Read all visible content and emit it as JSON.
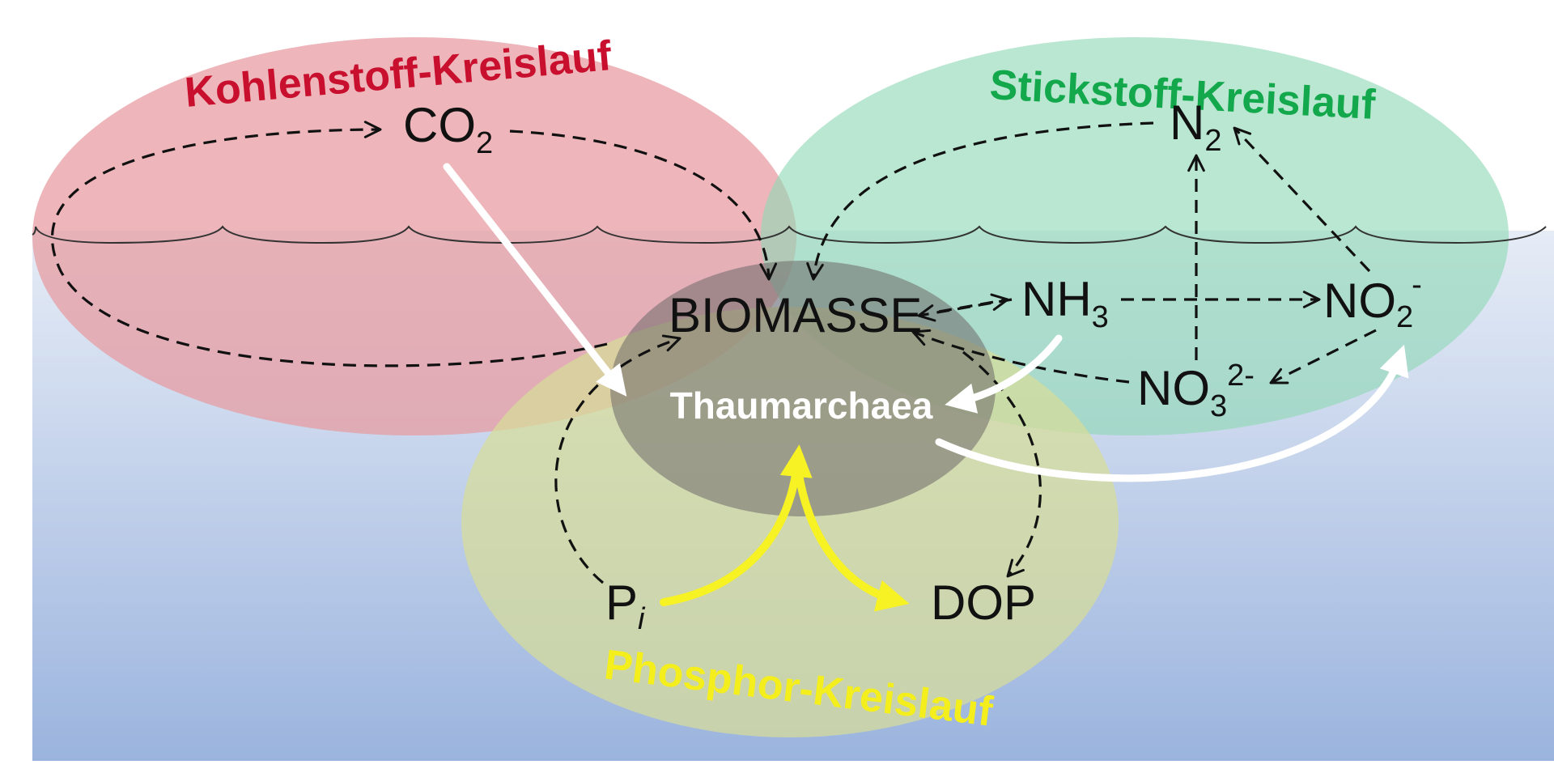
{
  "cycles": {
    "carbon": {
      "title": "Kohlenstoff-Kreislauf",
      "color": "#c8102e"
    },
    "nitrogen": {
      "title": "Stickstoff-Kreislauf",
      "color": "#12a84b"
    },
    "phosphorus": {
      "title": "Phosphor-Kreislauf",
      "color": "#f4ef1c"
    }
  },
  "nodes": {
    "co2": {
      "base": "CO",
      "sub": "2",
      "sup": ""
    },
    "n2": {
      "base": "N",
      "sub": "2",
      "sup": ""
    },
    "biomasse": {
      "base": "BIOMASSE",
      "sub": "",
      "sup": ""
    },
    "nh3": {
      "base": "NH",
      "sub": "3",
      "sup": ""
    },
    "no2": {
      "base": "NO",
      "sub": "2",
      "sup": "-"
    },
    "no3": {
      "base": "NO",
      "sub": "3",
      "sup": "2-"
    },
    "pi": {
      "base": "P",
      "sub": "i",
      "sup": ""
    },
    "dop": {
      "base": "DOP",
      "sub": "",
      "sup": ""
    }
  },
  "center": {
    "label": "Thaumarchaea"
  },
  "colors": {
    "sea_top": "#e6ecf6",
    "sea_bottom": "#9bb4de",
    "carbon_fill": "#e79aa0",
    "nitrogen_fill": "#8fd8b4",
    "phosphorus_fill": "#d7dd98",
    "center_fill": "#6e6a6a",
    "arrow_white": "#ffffff",
    "arrow_yellow": "#f6f224"
  }
}
